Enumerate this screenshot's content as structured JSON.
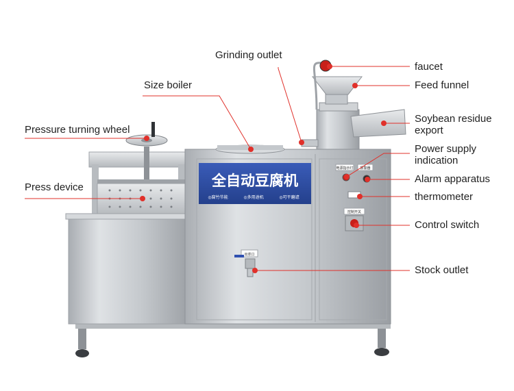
{
  "labels": {
    "grinding_outlet": "Grinding outlet",
    "faucet": "faucet",
    "size_boiler": "Size boiler",
    "feed_funnel": "Feed funnel",
    "soybean_residue_export": "Soybean residue export",
    "pressure_turning_wheel": "Pressure turning wheel",
    "power_supply_indication": "Power supply indication",
    "press_device": "Press device",
    "alarm_apparatus": "Alarm apparatus",
    "thermometer": "thermometer",
    "control_switch": "Control switch",
    "stock_outlet": "Stock outlet"
  },
  "machine": {
    "panel_title": "全自动豆腐机",
    "panel_features": [
      "◎腐竹节能",
      "◎多用途机",
      "◎可干磨滤"
    ],
    "tag_power": "电源指示灯",
    "tag_alarm": "报警器",
    "tag_switch": "控制开关",
    "tag_outlet": "出浆口"
  },
  "colors": {
    "callout_line": "#e0302a",
    "marker": "#e0302a",
    "panel_blue": "#2f4fa8",
    "steel": "#c9ccd0"
  }
}
